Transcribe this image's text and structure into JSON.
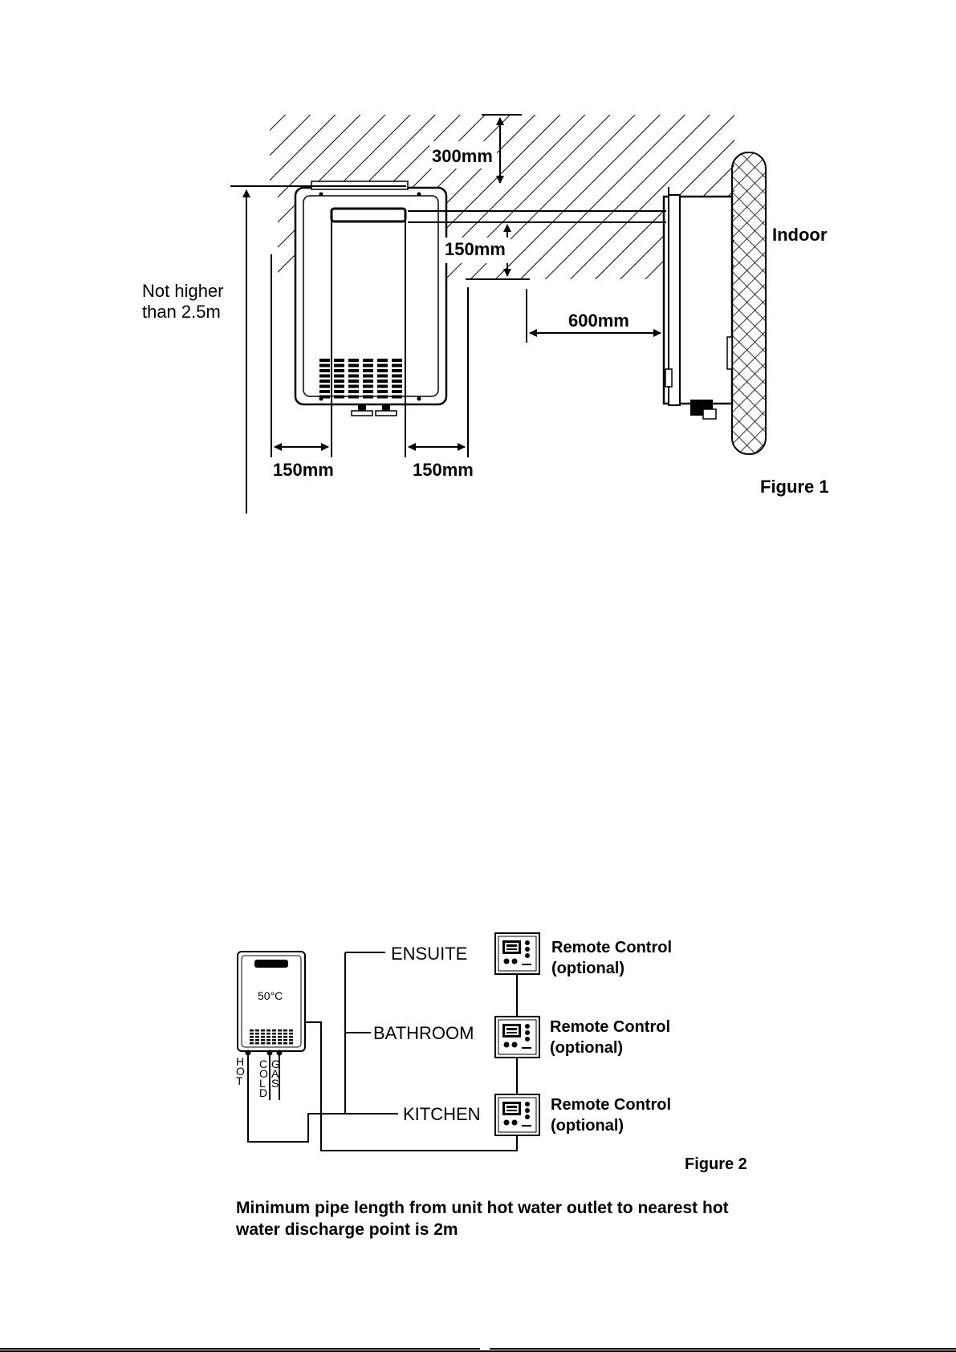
{
  "figure1": {
    "dim_top": "300mm",
    "dim_mid": "150mm",
    "dim_left": "150mm",
    "dim_right": "150mm",
    "dim_side": "600mm",
    "height_line1": "Not higher",
    "height_line2": "than 2.5m",
    "indoor": "Indoor",
    "caption": "Figure 1"
  },
  "figure2": {
    "unit_temp": "50°C",
    "pipes": {
      "hot": [
        "H",
        "O",
        "T"
      ],
      "cold": [
        "C",
        "O",
        "L",
        "D"
      ],
      "gas": [
        "G",
        "A",
        "S"
      ]
    },
    "outlets": [
      "ENSUITE",
      "BATHROOM",
      "KITCHEN"
    ],
    "remote_line1": "Remote Control",
    "remote_line2": "(optional)",
    "caption": "Figure 2"
  },
  "note": "Minimum pipe length from unit hot water outlet to nearest hot water discharge point is 2m"
}
